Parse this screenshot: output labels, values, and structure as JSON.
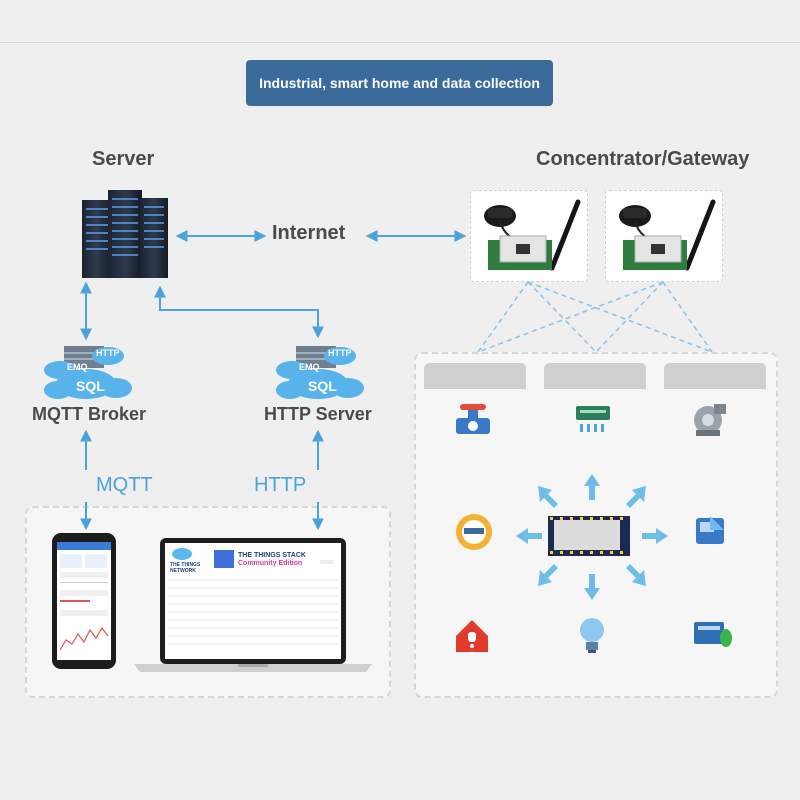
{
  "banner": {
    "title": "Industrial, smart home and data collection"
  },
  "headings": {
    "server": "Server",
    "gateway": "Concentrator/Gateway"
  },
  "links": {
    "internet": "Internet",
    "mqtt": "MQTT",
    "http": "HTTP"
  },
  "nodes": {
    "mqtt_broker": "MQTT Broker",
    "http_server": "HTTP Server",
    "cloud_tag_emq": "EMQ",
    "cloud_tag_http": "HTTP",
    "cloud_tag_sql": "SQL"
  },
  "laptop_screen": {
    "brand_line1": "THE THINGS",
    "brand_line2": "NETWORK",
    "stack_title": "THE THINGS STACK",
    "stack_subtitle": "Community Edition"
  },
  "colors": {
    "accent": "#4aa3df",
    "banner": "#3b6b9a",
    "text": "#4a4a4a"
  }
}
